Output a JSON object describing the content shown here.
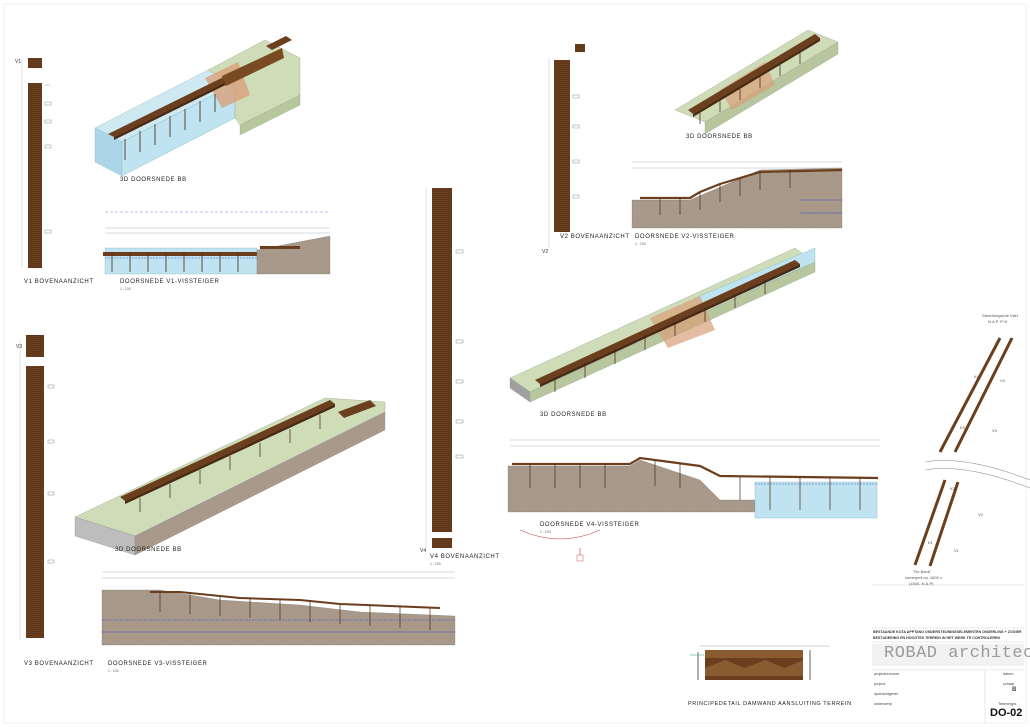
{
  "views": {
    "v1_top": "V1 BOVENAANZICHT",
    "v1_section": "DOORSNEDE V1-VISSTEIGER",
    "v1_3d": "3D DOORSNEDE BB",
    "v2_top": "V2 BOVENAANZICHT",
    "v2_section": "DOORSNEDE V2-VISSTEIGER",
    "v2_3d": "3D DOORSNEDE BB",
    "v3_top": "V3 BOVENAANZICHT",
    "v3_section": "DOORSNEDE V3-VISSTEIGER",
    "v3_3d": "3D DOORSNEDE BB",
    "v4_top": "V4 BOVENAANZICHT",
    "v4_section": "DOORSNEDE V4-VISSTEIGER",
    "v4_3d": "3D DOORSNEDE BB",
    "detail": "PRINCIPEDETAIL DAMWAND AANSLUITING TERREIN"
  },
  "marks": {
    "v1": "V1",
    "v2": "V2",
    "v3": "V3",
    "v4": "V4",
    "k1": "K1",
    "k2": "K2",
    "k3": "K3",
    "k4": "K4"
  },
  "scale": "1 : 100",
  "location": {
    "top_label": "Steenbergsche Vliet",
    "top_label2": "N.A.P. P+0",
    "bottom_label": "\"De Bank\"",
    "bottom_label2": "zomerpeil ca. 1600 z",
    "bottom_label3": "(1600- N.A.P)"
  },
  "title_block": {
    "warning": "BESTAANDE KOTA APPTANO ONDERSTEUNINGSELEMENTEN ONDERLING + ZOOIER",
    "warning2": "BESTUDERING EN HOOGTES TERREIN IN HET WERK TE CONTROLEREN",
    "brand": "ROBAD architecten",
    "drawing_no": "DO-02",
    "field_projectnr": "projectnummer",
    "field_project": "project",
    "field_opdrachtgever": "opdrachtgever",
    "field_onderwerp": "onderwerp",
    "field_datum": "datum",
    "field_schaal": "schaal",
    "field_tekeningnr": "Tekeningnr.",
    "revision": "B"
  },
  "colors": {
    "wood": "#6b3f1e",
    "wood_light": "#8a5a30",
    "water": "#bfe3f0",
    "grass": "#cfdcb8",
    "soil": "#a8998a",
    "concrete": "#bdbdbd",
    "path": "#d9a07a",
    "level_blue": "#1a3cc4",
    "red": "#c0312b"
  }
}
